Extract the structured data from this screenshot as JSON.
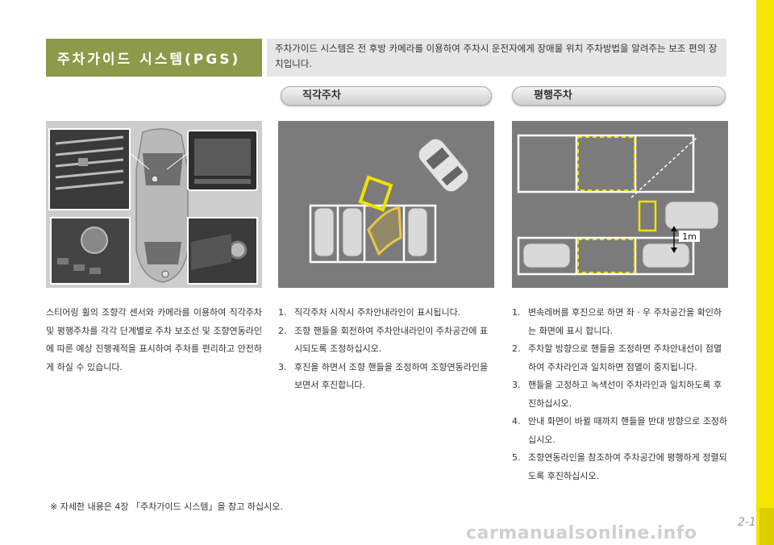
{
  "section_title": "주차가이드 시스템(PGS)",
  "intro": "주차가이드 시스템은 전 후방 카메라를 이용하여 주차시 운전자에게 장애물 위치 주차방법을 알려주는 보조 편의 장치입니다.",
  "headings": {
    "perpendicular": "직각주차",
    "parallel": "평행주차"
  },
  "diagram_labels": {
    "distance": "1m"
  },
  "overview_text": "스티어링 휠의 조향각 센서와 카메라를 이용하여 직각주차 및 평행주차를 각각 단계별로 주차 보조선 및 조향연동라인에 따른 예상 진행궤적을 표시하여 주차를 편리하고 안전하게 하실 수 있습니다.",
  "perpendicular_steps": [
    {
      "num": "1.",
      "text": "직각주차 시작시 주차안내라인이 표시됩니다."
    },
    {
      "num": "2.",
      "text": "조향 핸들을 회전하여 주차안내라인이 주차공간에 표시되도록 조정하십시오."
    },
    {
      "num": "3.",
      "text": "후진을 하면서 조향 핸들을 조정하여 조향연동라인을 보면서 후진합니다."
    }
  ],
  "parallel_steps": [
    {
      "num": "1.",
      "text": "변속레버를 후진으로 하면 좌ㆍ우 주차공간을 확인하는 화면에 표시 합니다."
    },
    {
      "num": "2.",
      "text": "주차할 방향으로 핸들을 조정하면 주차안내선이 점멸하여 주차라인과 일치하면 점멸이 중지됩니다."
    },
    {
      "num": "3.",
      "text": "핸들을 고정하고 녹색선이 주차라인과 일치하도록 후진하십시오."
    },
    {
      "num": "4.",
      "text": "안내 화면이 바뀔 때까지 핸들을 반대 방향으로 조정하십시오."
    },
    {
      "num": "5.",
      "text": "조향연동라인을 참조하여 주차공간에 평행하게 정렬되도록 후진하십시오."
    }
  ],
  "footnote": "※ 자세한 내용은 4장 「주차가이드 시스템」을 참고 하십시오.",
  "page_number": "2-1",
  "watermark": "carmanualsonline.info",
  "colors": {
    "title_bg": "#8c9a4a",
    "accent_yellow": "#f5e600",
    "guide_yellow": "#f2e200"
  }
}
